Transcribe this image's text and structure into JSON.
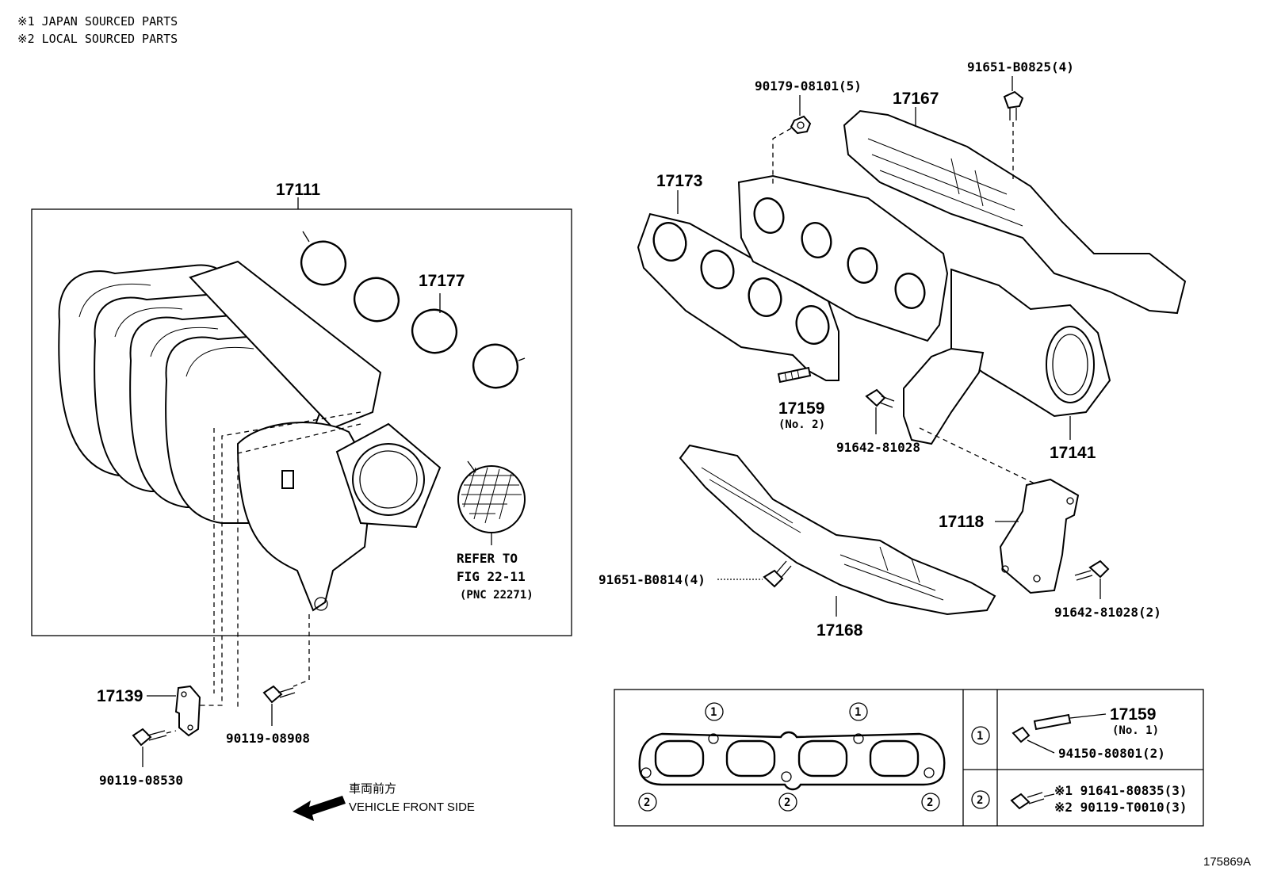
{
  "notes": [
    "※1 JAPAN SOURCED PARTS",
    "※2 LOCAL SOURCED PARTS"
  ],
  "figure_id": "175869A",
  "direction": {
    "jp": "車両前方",
    "en": "VEHICLE FRONT SIDE"
  },
  "refer": {
    "line1": "REFER TO",
    "line2": "FIG 22-11",
    "line3": "(PNC 22271)"
  },
  "parts": {
    "p17111": "17111",
    "p17177": "17177",
    "p17173": "17173",
    "p17167": "17167",
    "p17141": "17141",
    "p17118": "17118",
    "p17168": "17168",
    "p17139": "17139",
    "p17159": "17159",
    "p17159_no2": "(No. 2)",
    "p90179": "90179-08101(5)",
    "p91651a": "91651-B0825(4)",
    "p91642a": "91642-81028",
    "p91642b": "91642-81028(2)",
    "p91651b": "91651-B0814(4)",
    "p90119a": "90119-08530",
    "p90119b": "90119-08908"
  },
  "legend": {
    "marker1": "1",
    "marker2": "2",
    "row1_part": "17159",
    "row1_sub": "(No. 1)",
    "row1_nut": "94150-80801(2)",
    "row2_a": "※1 91641-80835(3)",
    "row2_b": "※2 90119-T0010(3)"
  }
}
